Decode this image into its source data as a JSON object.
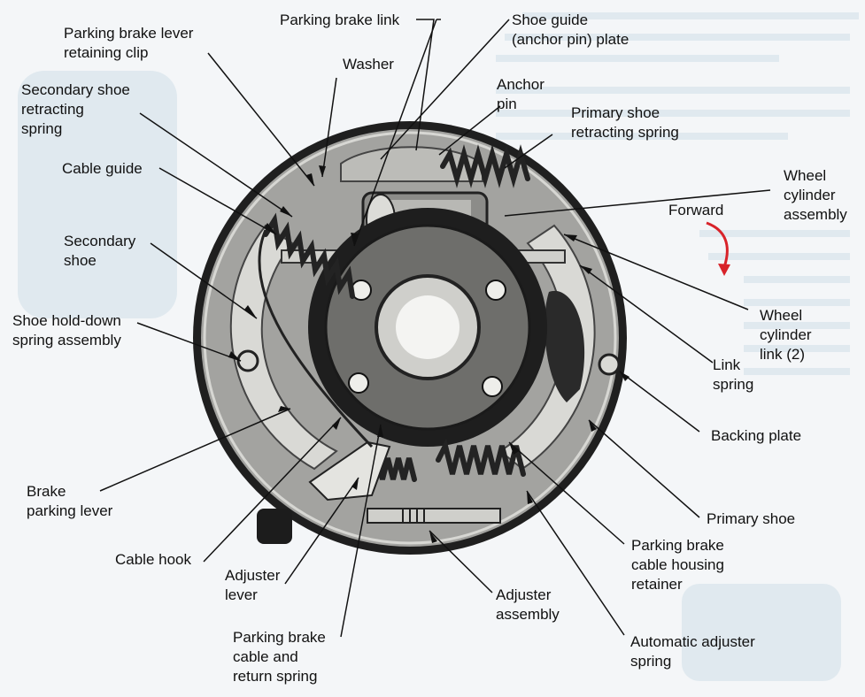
{
  "figure": {
    "colors": {
      "page": "#f4f6f8",
      "drum_rim": "#2a2a2a",
      "drum_face": "#9a9a98",
      "metal_light": "#c9c9c6",
      "metal_dark": "#3a3a3a",
      "hub_rubber": "#1c1c1c",
      "spring": "#2b2b2b",
      "leader_line": "#111111",
      "forward_arrow": "#d8232a"
    },
    "labels": [
      {
        "id": "parking-brake-lever-retaining-clip",
        "text": "Parking brake lever\nretaining clip"
      },
      {
        "id": "parking-brake-link",
        "text": "Parking brake link"
      },
      {
        "id": "shoe-guide-plate",
        "text": "Shoe guide\n(anchor pin) plate"
      },
      {
        "id": "washer",
        "text": "Washer"
      },
      {
        "id": "secondary-shoe-retracting-spring",
        "text": "Secondary shoe\nretracting\nspring"
      },
      {
        "id": "anchor-pin",
        "text": "Anchor\npin"
      },
      {
        "id": "primary-shoe-retracting-spring",
        "text": "Primary shoe\nretracting spring"
      },
      {
        "id": "cable-guide",
        "text": "Cable guide"
      },
      {
        "id": "wheel-cylinder-assembly",
        "text": "Wheel\ncylinder\nassembly"
      },
      {
        "id": "forward",
        "text": "Forward"
      },
      {
        "id": "secondary-shoe",
        "text": "Secondary\nshoe"
      },
      {
        "id": "shoe-hold-down-spring-assembly",
        "text": "Shoe hold-down\nspring assembly"
      },
      {
        "id": "wheel-cylinder-link",
        "text": "Wheel\ncylinder\nlink (2)"
      },
      {
        "id": "link-spring",
        "text": "Link\nspring"
      },
      {
        "id": "backing-plate",
        "text": "Backing plate"
      },
      {
        "id": "brake-parking-lever",
        "text": "Brake\nparking lever"
      },
      {
        "id": "primary-shoe",
        "text": "Primary shoe"
      },
      {
        "id": "cable-hook",
        "text": "Cable hook"
      },
      {
        "id": "adjuster-lever",
        "text": "Adjuster\nlever"
      },
      {
        "id": "parking-brake-cable-housing-retainer",
        "text": "Parking brake\ncable housing\nretainer"
      },
      {
        "id": "adjuster-assembly",
        "text": "Adjuster\nassembly"
      },
      {
        "id": "parking-brake-cable-and-return-spring",
        "text": "Parking brake\ncable and\nreturn spring"
      },
      {
        "id": "automatic-adjuster-spring",
        "text": "Automatic adjuster\nspring"
      }
    ]
  }
}
